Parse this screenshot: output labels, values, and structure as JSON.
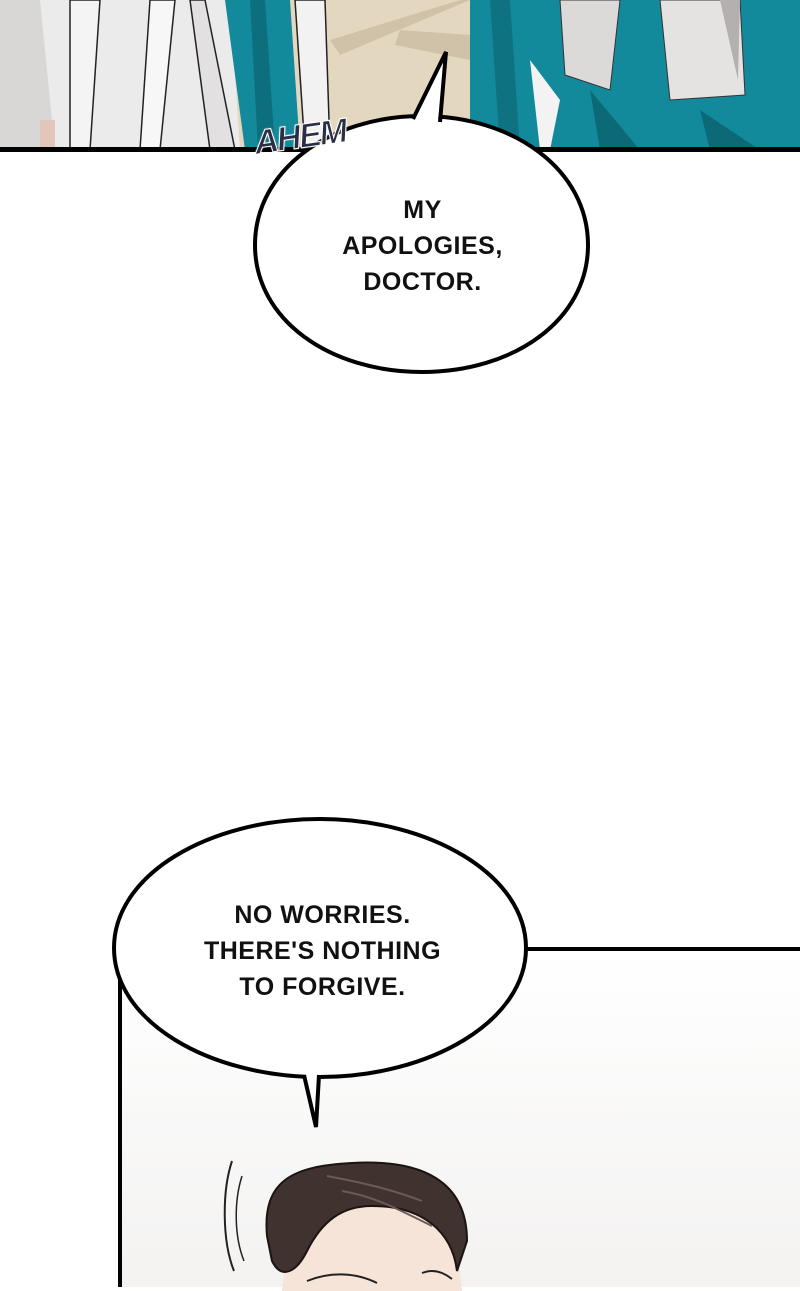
{
  "page": {
    "type": "webcomic-strip",
    "background": "#ffffff"
  },
  "panels": [
    {
      "id": "top-panel",
      "description": "Lower bodies of figures in white and teal robes standing on a beige floor",
      "colors": {
        "teal_robe": "#11879a",
        "white_robe": "#e8e6e6",
        "floor": "#e4d7c0",
        "border": "#000000"
      }
    },
    {
      "id": "bottom-panel",
      "description": "Dark-haired man with glasses, head tilting with motion lines",
      "colors": {
        "hair": "#3d302d",
        "skin": "#f6e2d6",
        "background": "#f6f5f4",
        "border": "#000000"
      }
    }
  ],
  "sfx": {
    "text": "AHEM"
  },
  "bubbles": [
    {
      "id": "bubble-1",
      "lines": [
        "MY",
        "APOLOGIES,",
        "DOCTOR."
      ]
    },
    {
      "id": "bubble-2",
      "lines": [
        "NO WORRIES.",
        "THERE'S NOTHING",
        "TO FORGIVE."
      ]
    }
  ]
}
